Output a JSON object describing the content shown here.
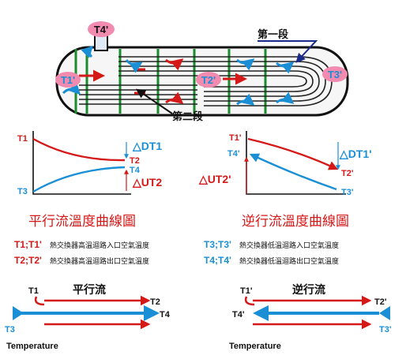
{
  "colors": {
    "hot": "#d51818",
    "cold": "#1a8fd6",
    "pipe": "#1c8a2e",
    "dark": "#111111",
    "pink": "#f28bb0",
    "navy": "#1a2a8a"
  },
  "exchanger": {
    "label_t4p": "T4'",
    "label_t1p": "T1'",
    "label_t2p": "T2'",
    "label_t3p": "T3'",
    "section1": "第一段",
    "section2": "第二段"
  },
  "chart_parallel": {
    "t1": "T1",
    "t2": "T2",
    "t3": "T3",
    "t4": "T4",
    "dt": "△DT1",
    "ut": "△UT2",
    "title": "平行流溫度曲線圖"
  },
  "chart_counter": {
    "t1": "T1'",
    "t2": "T2'",
    "t3": "T3'",
    "t4": "T4'",
    "dt": "△DT1'",
    "ut": "△UT2'",
    "title": "逆行流溫度曲線圖"
  },
  "legend": {
    "r1_key": "T1;T1'",
    "r1_text": "熱交換器高溫迴路入口空氣溫度",
    "r1b_key": "T3;T3'",
    "r1b_text": "熱交換器低溫迴路入口空氣溫度",
    "r2_key": "T2;T2'",
    "r2_text": "熱交換器高溫迴路出口空氣溫度",
    "r2b_key": "T4;T4'",
    "r2b_text": "熱交換器低溫迴路出口空氣溫度"
  },
  "flow_parallel": {
    "title": "平行流",
    "t1": "T1",
    "t2": "T2",
    "t3": "T3",
    "t4": "T4",
    "caption": "Temperature"
  },
  "flow_counter": {
    "title": "逆行流",
    "t1": "T1'",
    "t2": "T2'",
    "t3": "T3'",
    "t4": "T4'",
    "caption": "Temperature"
  }
}
